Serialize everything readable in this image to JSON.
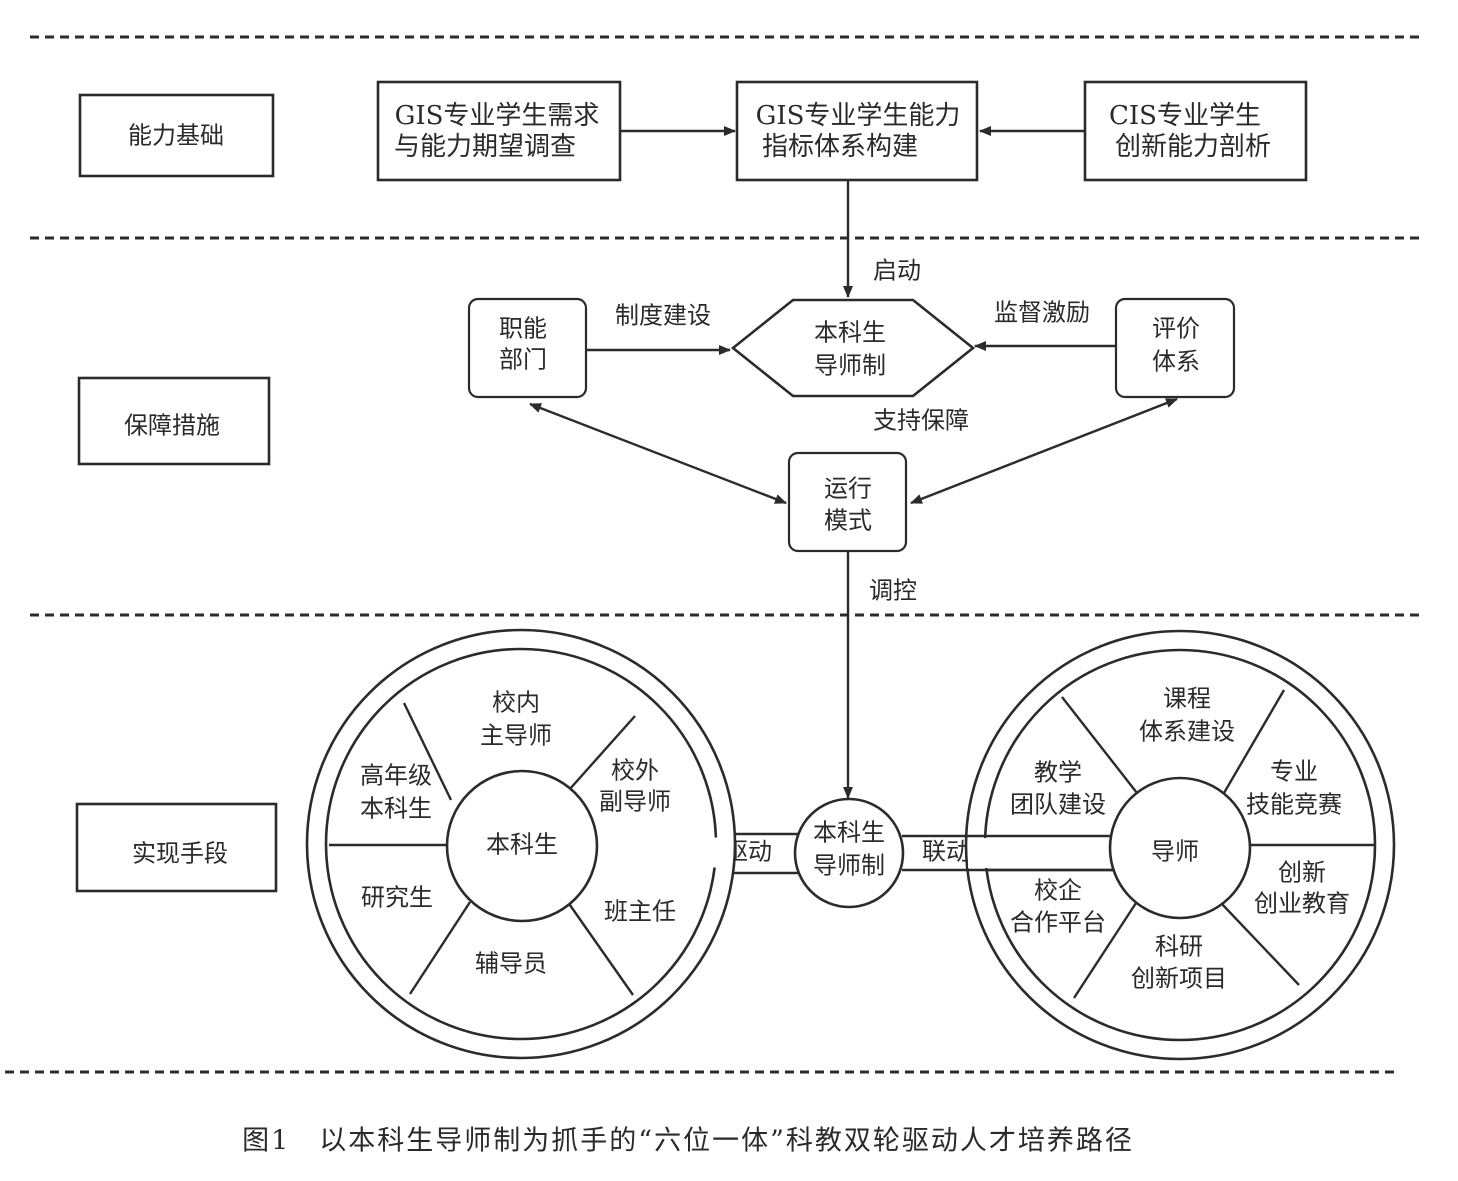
{
  "sections": {
    "foundation": "能力基础",
    "safeguard": "保障措施",
    "means": "实现手段"
  },
  "top_row": {
    "survey": [
      "GIS专业学生需求",
      "与能力期望调查"
    ],
    "indicator": [
      "GIS专业学生能力",
      "指标体系构建"
    ],
    "innovation": [
      "CIS专业学生",
      "创新能力剖析"
    ]
  },
  "middle": {
    "start_label": "启动",
    "functional_dept": [
      "职能",
      "部门"
    ],
    "institution_label": "制度建设",
    "tutor_system": [
      "本科生",
      "导师制"
    ],
    "supervise_label": "监督激励",
    "evaluation": [
      "评价",
      "体系"
    ],
    "support_label": "支持保障",
    "operation_mode": [
      "运行",
      "模式"
    ],
    "regulate_label": "调控"
  },
  "bottom": {
    "left_wheel": {
      "hub": "本科生",
      "segments": [
        [
          "校内",
          "主导师"
        ],
        [
          "校外",
          "副导师"
        ],
        [
          "班主任"
        ],
        [
          "辅导员"
        ],
        [
          "研究生"
        ],
        [
          "高年级",
          "本科生"
        ]
      ]
    },
    "center": [
      "本科生",
      "导师制"
    ],
    "drive_label": "驱动",
    "link_label": "联动",
    "right_wheel": {
      "hub": "导师",
      "segments": [
        [
          "课程",
          "体系建设"
        ],
        [
          "专业",
          "技能竞赛"
        ],
        [
          "创新",
          "创业教育"
        ],
        [
          "科研",
          "创新项目"
        ],
        [
          "校企",
          "合作平台"
        ],
        [
          "教学",
          "团队建设"
        ]
      ]
    }
  },
  "caption": "图1　以本科生导师制为抓手的“六位一体”科教双轮驱动人才培养路径"
}
